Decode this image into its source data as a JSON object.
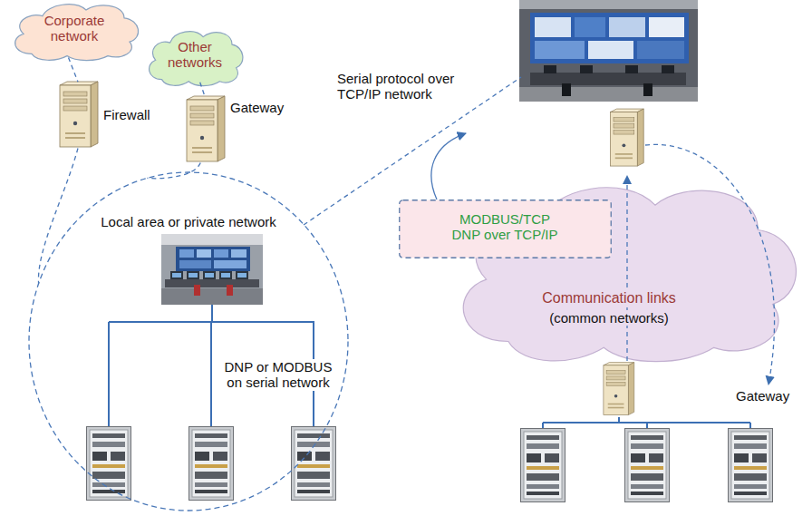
{
  "diagram": {
    "nodes": [
      {
        "text": [
          "Corporate network"
        ]
      },
      {
        "text": [
          "Other networks"
        ]
      },
      {
        "text": [
          "Firewall"
        ]
      },
      {
        "text": [
          "Gateway"
        ]
      },
      {
        "text": [
          "Local area or private network",
          "DNP or MODBUS on serial network"
        ]
      },
      {
        "text": [
          "MODBUS/TCP DNP over TCP/IP"
        ]
      },
      {
        "text": [
          "Communication links",
          "(common networks)"
        ]
      }
    ],
    "edges": [
      {
        "from": 0,
        "to": 2,
        "arrow": "none"
      },
      {
        "from": 1,
        "to": 3,
        "arrow": "none"
      },
      {
        "from": 2,
        "to": 4,
        "arrow": "none"
      },
      {
        "from": 3,
        "to": 4,
        "arrow": "none"
      }
    ],
    "labels": [
      "Serial protocol over TCP/IP network",
      "Gateway"
    ]
  }
}
